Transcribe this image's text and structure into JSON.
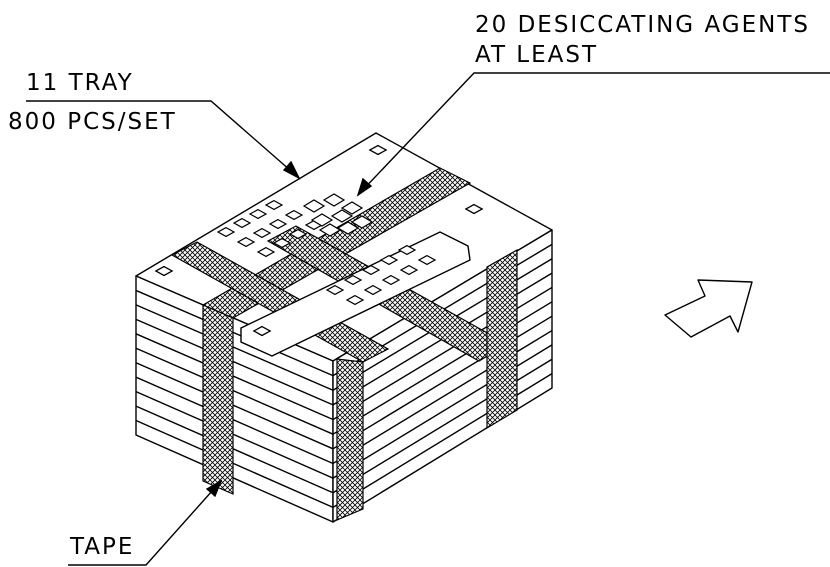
{
  "labels": {
    "tray_count": "11 TRAY",
    "pcs_per_set": "800 PCS/SET",
    "desiccant_line1": "20 DESICCATING AGENTS",
    "desiccant_line2": "AT LEAST",
    "tape": "TAPE"
  },
  "colors": {
    "line": "#000000",
    "face": "#ffffff",
    "tape_hatch": "#000000"
  },
  "icons": {
    "direction_arrow": "outline-arrow-up-right"
  }
}
